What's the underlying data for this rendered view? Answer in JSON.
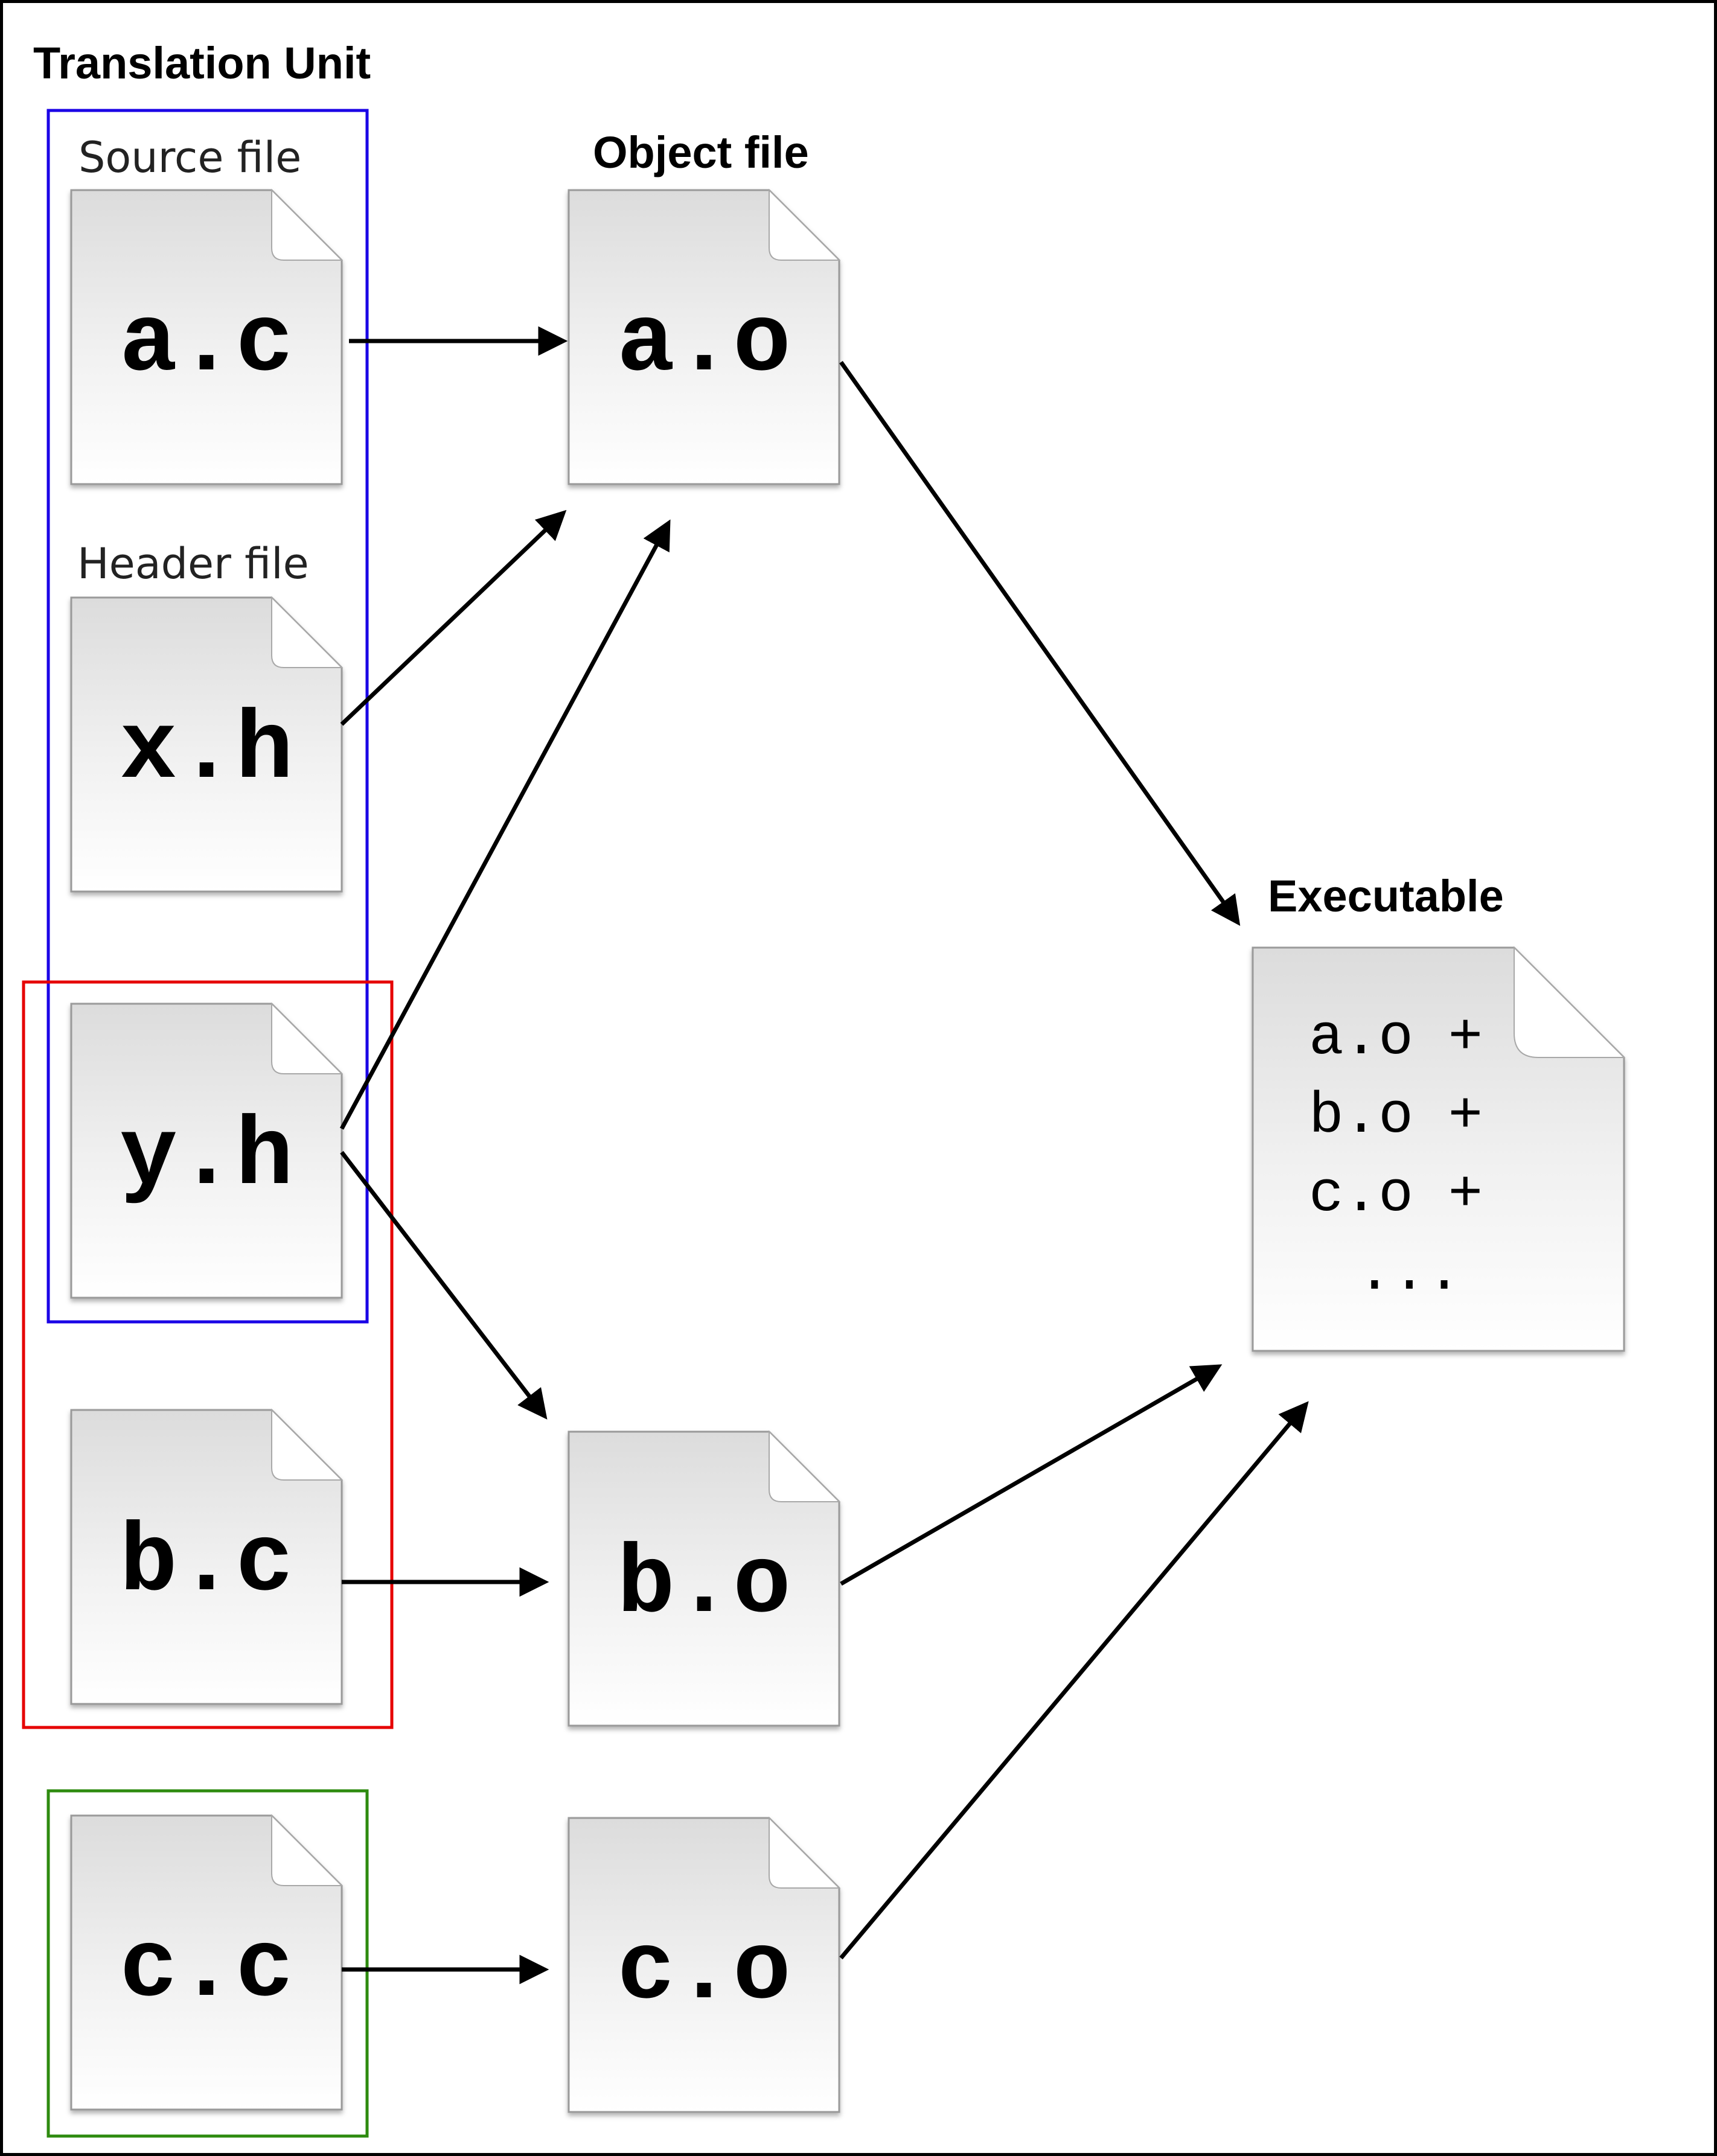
{
  "headings": {
    "translation_unit": "Translation Unit",
    "source_file": "Source file",
    "header_file": "Header file",
    "object_file": "Object file",
    "executable": "Executable"
  },
  "files": {
    "a_c": "a.c",
    "x_h": "x.h",
    "y_h": "y.h",
    "b_c": "b.c",
    "c_c": "c.c",
    "a_o": "a.o",
    "b_o": "b.o",
    "c_o": "c.o"
  },
  "executable_contents": [
    "a.o +",
    "b.o +",
    "c.o +",
    "..."
  ],
  "colors": {
    "translation_unit_a": "#1a00e6",
    "translation_unit_b": "#e60000",
    "translation_unit_c": "#2e8b0f",
    "arrow": "#000000"
  },
  "edges": [
    {
      "from": "a.c",
      "to": "a.o"
    },
    {
      "from": "x.h",
      "to": "a.o"
    },
    {
      "from": "y.h",
      "to": "a.o"
    },
    {
      "from": "y.h",
      "to": "b.o"
    },
    {
      "from": "b.c",
      "to": "b.o"
    },
    {
      "from": "c.c",
      "to": "c.o"
    },
    {
      "from": "a.o",
      "to": "Executable"
    },
    {
      "from": "b.o",
      "to": "Executable"
    },
    {
      "from": "c.o",
      "to": "Executable"
    }
  ]
}
